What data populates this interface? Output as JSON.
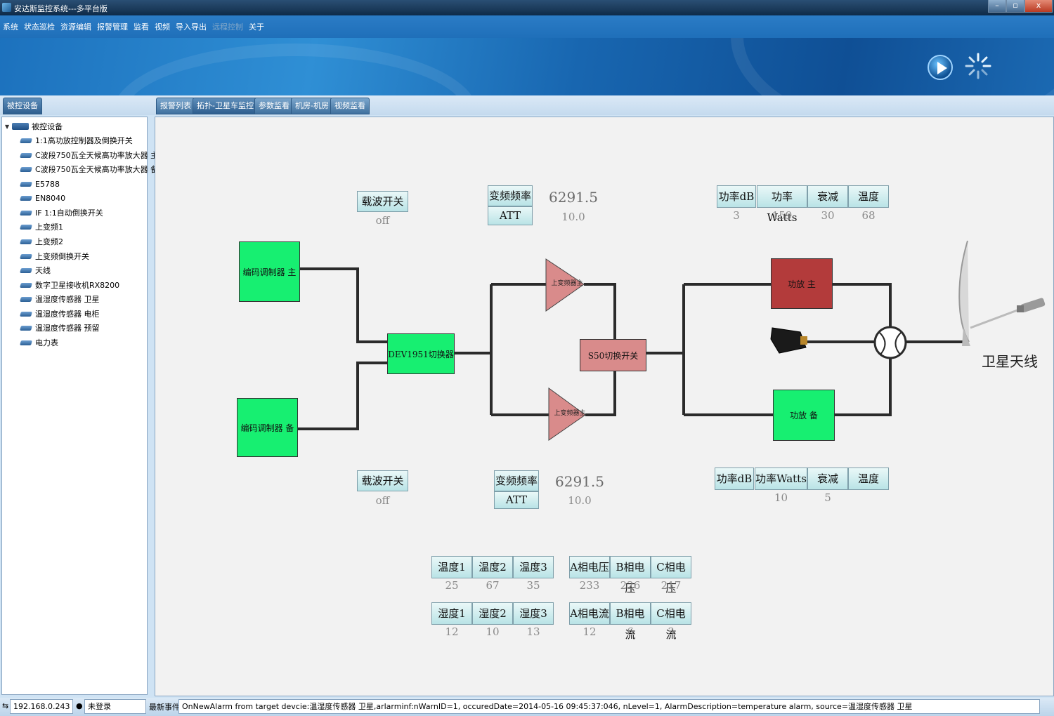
{
  "window": {
    "title": "安达斯监控系统---多平台版",
    "buttons": [
      "–",
      "▫",
      "x"
    ]
  },
  "menu": [
    "系统",
    "状态巡检",
    "资源编辑",
    "报警管理",
    "监看",
    "视频",
    "导入导出",
    "远程控制",
    "关于"
  ],
  "left_tab": "被控设备",
  "tabs": [
    "报警列表",
    "拓扑-卫星车监控",
    "参数监看",
    "机房-机房",
    "视频监看"
  ],
  "tree": {
    "root": "被控设备",
    "items": [
      "1:1高功放控制器及倒换开关",
      "C波段750瓦全天候高功率放大器 主",
      "C波段750瓦全天候高功率放大器 备",
      "E5788",
      "EN8040",
      "IF 1:1自动倒换开关",
      "上变频1",
      "上变频2",
      "上变频倒换开关",
      "天线",
      "数字卫星接收机RX8200",
      "温湿度传感器 卫星",
      "温湿度传感器 电柜",
      "温湿度传感器 预留",
      "电力表"
    ]
  },
  "diagram": {
    "carrier_top": {
      "label": "载波开关",
      "value": "off"
    },
    "carrier_bottom": {
      "label": "载波开关",
      "value": "off"
    },
    "freq_top": {
      "label": "变频频率",
      "att_label": "ATT",
      "freq": "6291.5",
      "att": "10.0"
    },
    "freq_bottom": {
      "label": "变频频率",
      "att_label": "ATT",
      "freq": "6291.5",
      "att": "10.0"
    },
    "enc_main": "编码调制器 主",
    "enc_backup": "编码调制器 备",
    "switch1": "DEV1951切换器",
    "upconv_top": "上变频器主",
    "upconv_bottom": "上变频器主",
    "switch2": "S50切换开关",
    "pa_main": "功放 主",
    "pa_backup": "功放 备",
    "antenna": "卫星天线",
    "pa_top_headers": [
      "功率dB",
      "功率Watts",
      "衰减",
      "温度"
    ],
    "pa_top_values": [
      "3",
      "159",
      "30",
      "68"
    ],
    "pa_bottom_headers": [
      "功率dB",
      "功率Watts",
      "衰减",
      "温度"
    ],
    "pa_bottom_values": [
      "",
      "10",
      "5",
      ""
    ],
    "temp_headers": [
      "温度1",
      "温度2",
      "温度3"
    ],
    "temp_values": [
      "25",
      "67",
      "35"
    ],
    "humid_headers": [
      "湿度1",
      "湿度2",
      "湿度3"
    ],
    "humid_values": [
      "12",
      "10",
      "13"
    ],
    "volt_headers": [
      "A相电压",
      "B相电压",
      "C相电压"
    ],
    "volt_values": [
      "233",
      "226",
      "217"
    ],
    "curr_headers": [
      "A相电流",
      "B相电流",
      "C相电流"
    ],
    "curr_values": [
      "12",
      "6",
      "3"
    ]
  },
  "status": {
    "ip": "192.168.0.243",
    "user": "未登录",
    "event_label": "最新事件",
    "event": "OnNewAlarm from target devcie:温湿度传感器 卫星,arlarminf:nWarnID=1, occuredDate=2014-05-16 09:45:37:046, nLevel=1, AlarmDescription=temperature alarm, source=温湿度传感器 卫星"
  },
  "colors": {
    "green_device": "#17ef71",
    "pink_device": "#d98b8b",
    "red_device": "#b33b3b",
    "banner": "#1c71bd"
  }
}
